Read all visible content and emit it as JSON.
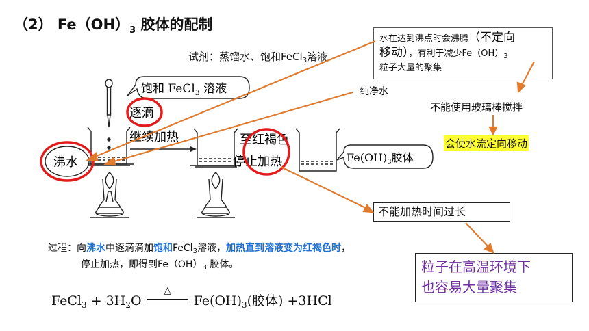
{
  "title": {
    "prefix": "（2） Fe（OH）",
    "sub": "3",
    "suffix": " 胶体的配制"
  },
  "reagent": {
    "text": "试剂：蒸馏水、饱和FeCl",
    "sub": "3",
    "suffix": "溶液"
  },
  "note_box": {
    "line1_a": "水在达到沸点时会沸腾",
    "line1_b": "（不定向",
    "line2_a": "移动）",
    "line2_b": "，有利于减少Fe（OH）",
    "line2_sub": "3",
    "line3": "粒子大量的聚集"
  },
  "pure_water": "纯净水",
  "no_glass_rod": "不能使用玻璃棒搅拌",
  "directional_flow": "会使水流定向移动",
  "no_long_heat": "不能加热时间过长",
  "aggregate": {
    "line1": "粒子在高温环境下",
    "line2": "也容易大量聚集"
  },
  "diagram": {
    "saturated": "饱和 FeCl",
    "saturated_sub": "3",
    "saturated_suffix": " 溶液",
    "dropwise": "逐滴",
    "continue_heat": "继续加热",
    "boiling_water": "沸水",
    "to_red_brown": "至红褐色",
    "stop_heat": "停止加热",
    "colloid": "Fe(OH)",
    "colloid_sub": "3",
    "colloid_suffix": "胶体"
  },
  "process": {
    "p1": "过程：向",
    "p2": "沸水",
    "p3": "中逐滴滴加",
    "p4": "饱和",
    "p5": "FeCl",
    "p5sub": "3",
    "p6": "溶液，",
    "p7": "加热直到溶液变为红褐色时",
    "p8": "，",
    "line2": "停止加热，即得到Fe（OH）",
    "line2sub": "3",
    "line2end": " 胶体。"
  },
  "equation": {
    "lhs1": "FeCl",
    "lhs1sub": "3",
    "plus1": " +  3H",
    "h2sub": "2",
    "o": "O",
    "delta": "△",
    "rhs1": "Fe(OH)",
    "rhs1sub": "3",
    "rhs2": "(胶体) +3HCl"
  },
  "colors": {
    "orange": "#e07b2e",
    "red": "#e21c1c",
    "blue": "#1f6fd1",
    "purple": "#7030a0",
    "highlight": "#ffff33"
  }
}
